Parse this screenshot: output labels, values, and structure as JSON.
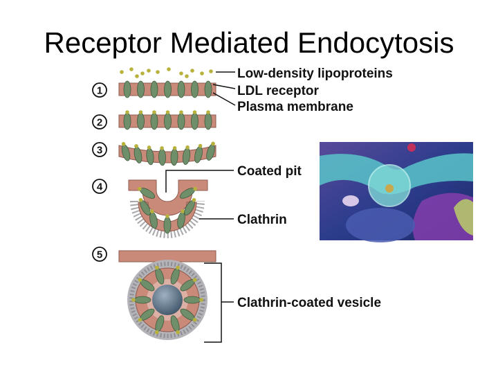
{
  "title": "Receptor Mediated Endocytosis",
  "steps": [
    "1",
    "2",
    "3",
    "4",
    "5"
  ],
  "labels": {
    "ldl": "Low-density lipoproteins",
    "receptor": "LDL receptor",
    "membrane": "Plasma membrane",
    "coated_pit": "Coated pit",
    "clathrin": "Clathrin",
    "vesicle": "Clathrin-coated vesicle"
  },
  "colors": {
    "membrane": "#c98a7a",
    "receptor": "#6f8f6b",
    "ldl": "#b8b23c",
    "clathrin_coat": "#a9a9ad",
    "vesicle_core": "#5d7488",
    "inset_bg": "#3a3f8a",
    "inset_cell": "#59c4c9"
  },
  "inset_image": "3d-endocytosis-illustration"
}
